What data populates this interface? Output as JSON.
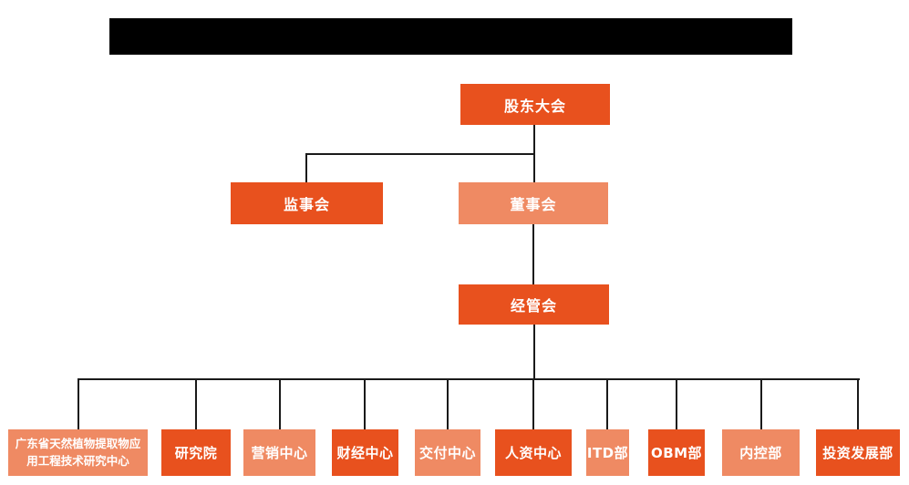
{
  "diagram": {
    "type": "org-chart",
    "title_bar": {
      "redacted": true,
      "visible_text": ""
    },
    "colors": {
      "dark_orange": "#e8511e",
      "light_orange": "#ef8a63",
      "connector": "#1a1a1a",
      "redacted_bar": "#000000",
      "node_text": "#ffffff",
      "background": "#ffffff"
    },
    "nodes": {
      "shareholders": {
        "label": "股东大会",
        "variant": "dark"
      },
      "supervisory": {
        "label": "监事会",
        "variant": "dark"
      },
      "board": {
        "label": "董事会",
        "variant": "light"
      },
      "management": {
        "label": "经管会",
        "variant": "dark"
      },
      "research_center": {
        "label": "广东省天然植物提取物应用工程技术研究中心",
        "variant": "light"
      },
      "research_institute": {
        "label": "研究院",
        "variant": "dark"
      },
      "marketing_center": {
        "label": "营销中心",
        "variant": "light"
      },
      "finance_center": {
        "label": "财经中心",
        "variant": "dark"
      },
      "delivery_center": {
        "label": "交付中心",
        "variant": "light"
      },
      "hr_center": {
        "label": "人资中心",
        "variant": "dark"
      },
      "itd_dept": {
        "label": "ITD部",
        "variant": "light"
      },
      "obm_dept": {
        "label": "OBM部",
        "variant": "dark"
      },
      "internal_control_dept": {
        "label": "内控部",
        "variant": "light"
      },
      "investment_dev_dept": {
        "label": "投资发展部",
        "variant": "dark"
      }
    },
    "edges": [
      {
        "from": "股东大会",
        "to": "监事会"
      },
      {
        "from": "股东大会",
        "to": "董事会"
      },
      {
        "from": "董事会",
        "to": "经管会"
      },
      {
        "from": "经管会",
        "to": "广东省天然植物提取物应用工程技术研究中心"
      },
      {
        "from": "经管会",
        "to": "研究院"
      },
      {
        "from": "经管会",
        "to": "营销中心"
      },
      {
        "from": "经管会",
        "to": "财经中心"
      },
      {
        "from": "经管会",
        "to": "交付中心"
      },
      {
        "from": "经管会",
        "to": "人资中心"
      },
      {
        "from": "经管会",
        "to": "ITD部"
      },
      {
        "from": "经管会",
        "to": "OBM部"
      },
      {
        "from": "经管会",
        "to": "内控部"
      },
      {
        "from": "经管会",
        "to": "投资发展部"
      }
    ]
  }
}
